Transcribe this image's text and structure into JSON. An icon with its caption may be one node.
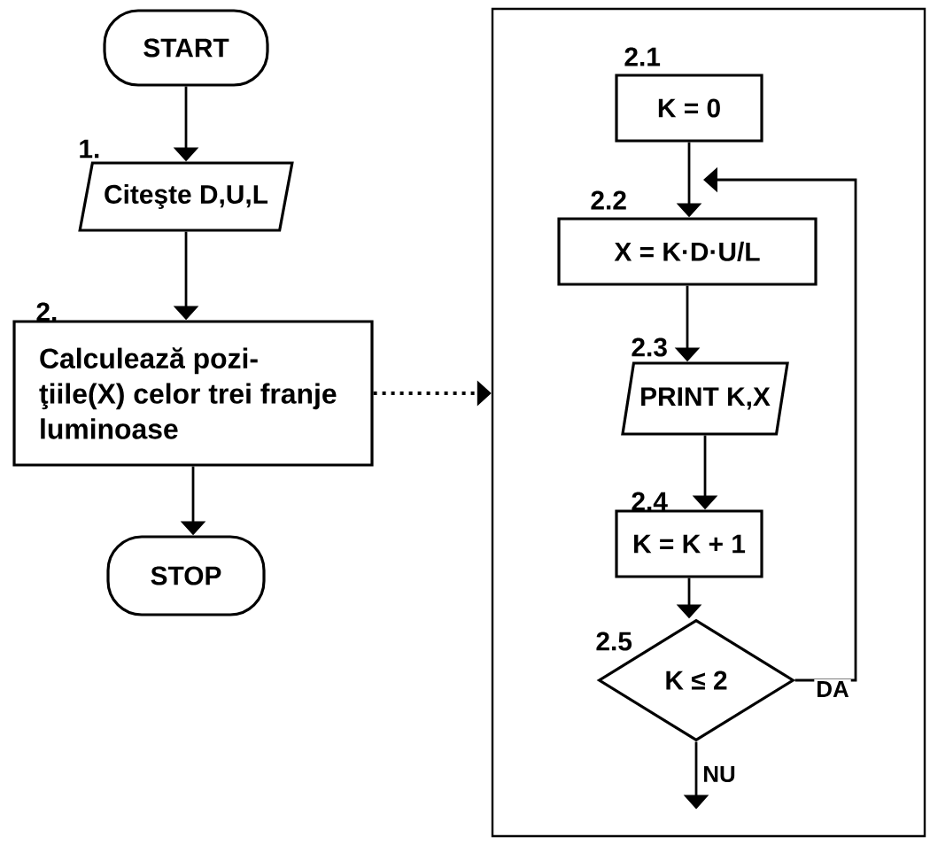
{
  "diagram": {
    "nodes": [
      {
        "text": [
          "START"
        ]
      },
      {
        "text": [
          "Citeşte D,U,L"
        ],
        "beside": [
          "1."
        ]
      },
      {
        "text": [
          "Calculează pozi- ţiile(X) celor trei franje luminoase"
        ],
        "beside": [
          "2."
        ]
      },
      {
        "text": [
          "STOP"
        ]
      },
      {
        "text": [],
        "shape": "box"
      },
      {
        "text": [
          "K = 0"
        ],
        "in": 4,
        "beside": [
          "2.1"
        ]
      },
      {
        "text": [
          "X = K·D·U/L"
        ],
        "in": 4,
        "beside": [
          "2.2"
        ]
      },
      {
        "text": [
          "PRINT  K,X"
        ],
        "in": 4,
        "beside": [
          "2.3"
        ]
      },
      {
        "text": [
          "K = K + 1"
        ],
        "in": 4,
        "beside": [
          "2.4"
        ]
      },
      {
        "text": [
          "K ≤ 2"
        ],
        "in": 4,
        "beside": [
          "2.5"
        ]
      }
    ],
    "edges": [
      {
        "from": 0,
        "to": 1,
        "arrow": "to"
      },
      {
        "from": 1,
        "to": 2,
        "arrow": "to"
      },
      {
        "from": 2,
        "to": 3,
        "arrow": "to"
      },
      {
        "from": 2,
        "to": 4,
        "arrow": "to",
        "style": "dashed"
      },
      {
        "from": 5,
        "to": 6,
        "arrow": "to"
      },
      {
        "from": 6,
        "to": 7,
        "arrow": "to"
      },
      {
        "from": 7,
        "to": 8,
        "arrow": "to"
      },
      {
        "from": 8,
        "to": 9,
        "arrow": "to"
      },
      {
        "from": 9,
        "to": 6,
        "arrow": "to",
        "label": "DA"
      },
      {
        "from": 9,
        "to": null,
        "arrow": "to",
        "label": "NU"
      }
    ]
  }
}
